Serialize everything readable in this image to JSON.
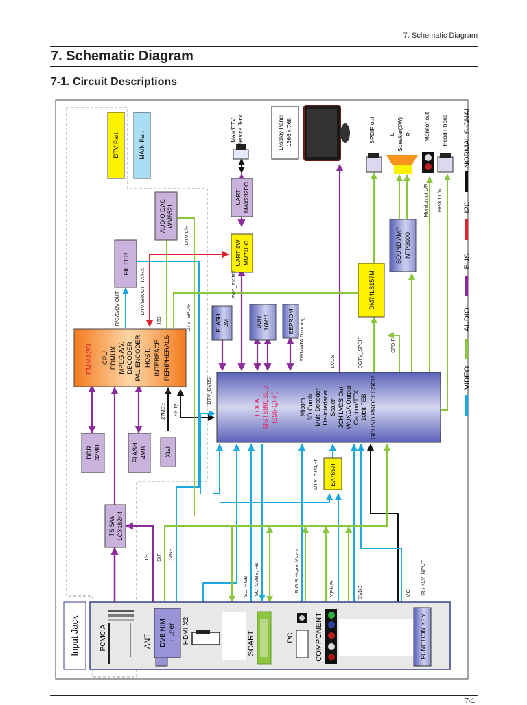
{
  "header": {
    "running_head": "7. Schematic Diagram",
    "title": "7. Schematic Diagram",
    "subtitle": "7-1. Circuit Descriptions",
    "page_number": "7-1"
  },
  "colors": {
    "video": "#1ba9df",
    "audio": "#8cc63f",
    "bus": "#8b2a9b",
    "i2c": "#e0202a",
    "normal_signal": "#111111",
    "dtv_part": "#fff200",
    "main_part": "#a9def5",
    "chip_purple": "#c9b3dd",
    "cpu_orange": "#f7941d",
    "lola_blue": "#5b62b8"
  },
  "legend": {
    "items": [
      {
        "label": "NORMAL SIGNAL",
        "color_key": "normal_signal"
      },
      {
        "label": "I2C",
        "color_key": "i2c"
      },
      {
        "label": "BUS",
        "color_key": "bus"
      },
      {
        "label": "AUDIO",
        "color_key": "audio"
      },
      {
        "label": "VIDEO",
        "color_key": "video"
      }
    ]
  },
  "parts_key": {
    "dtv": "DTV Part",
    "main": "MAIN Part"
  },
  "blocks": {
    "audio_dac": [
      "AUDIO DAC",
      "WM8521"
    ],
    "filter": [
      "FIL TER"
    ],
    "uart": [
      "UART",
      "MAX232EC"
    ],
    "uart_sw": [
      "UART SW",
      "MM74HC"
    ],
    "service_jack": [
      "Main/DTV",
      "Service Jack"
    ],
    "display_panel": [
      "Display Panel",
      "1366 x 768"
    ],
    "spdif_out": "SPDIF out",
    "speaker": [
      "L",
      "Speaker(3W)",
      "R"
    ],
    "monitor_out": "Monitor out",
    "head_phone": "Head Phone",
    "sound_amp": [
      "SOUND AMP",
      "NTP3000"
    ],
    "dm74": "DM74LS157M",
    "cpu_name": "EMMA2SL",
    "cpu_lines": [
      "CPU",
      "EDMUX",
      "MPEG A/V.",
      "DECODER",
      "PAL ENCODER",
      "HOST.",
      "INTERFACE",
      "PERIPHERALS"
    ],
    "flash2m": [
      "FLASH",
      "2M"
    ],
    "ddr16": [
      "DDR",
      "16M*1"
    ],
    "eeprom": [
      "EEPROM"
    ],
    "lola_name": [
      "LOLA",
      "MST6891BLD",
      "(256-QFP)"
    ],
    "lola_lines": [
      "Micom",
      "3D Comb",
      "Multi Decoder",
      "De-interlacer",
      "Scaler",
      "2CH LVDS Out",
      "WUXGA Output",
      "Caption/TTX",
      "10bit FEB",
      "SOUND PROCESSOR"
    ],
    "ddr32": [
      "DDR",
      "32MB"
    ],
    "flash4": [
      "FLASH",
      "4MB"
    ],
    "xtal": [
      "Xtal"
    ],
    "ts_sw": [
      "TS S/W",
      "LCX16244"
    ],
    "ba7657": "BA7657F"
  },
  "signals": {
    "rgb_cv_out": "R/G/B/CV OUT",
    "dtv_tx_rx": "DTV/ERVCT_TX/RX",
    "i2s": "I2S",
    "dtv_spdif": "DTV_SPDIF",
    "dtv_lr": "DTV L/R",
    "svc_tx_rx": "SVC_TX/RX",
    "pwm": "PWM/ATA Dimming",
    "lvds": "LVDS",
    "sgtv_spdif": "SGTV_SPDIF",
    "spdif": "SPDIF",
    "monitor_lr": "Monitorout L/R",
    "hpout_lr": "HPout L/R",
    "dtv_cvbs": "DTV_CVBS",
    "xtal_27": "27MB :",
    "fx_ty": "Fx Ty",
    "ts": "TS",
    "sif": "SIF",
    "cvbs": "CVBS",
    "sc_rgb": "SC_RGB",
    "sc_cvbs_fb": "SC_CVBS, FB",
    "rgb_hv": "R.G.B.Hsync.Vsync",
    "y_pb_pr": "Y,Pb,Pr",
    "cvbs2": "CVBS",
    "vc": "V,C",
    "ir_kly": "IR / KLY INPUT",
    "dtv_ypbpr": "DTV_Y,Pb,Pr"
  },
  "input_jack": {
    "title": "Input Jack",
    "pcmcia": "PCMCIA",
    "ant": "ANT",
    "tuner": [
      "DVB NIM",
      "T uner"
    ],
    "hdmi": "HDMI X2",
    "scart": "SCART",
    "pc": "PC",
    "component": "COMPONENT",
    "function_key": "FUNCTION KEY"
  }
}
